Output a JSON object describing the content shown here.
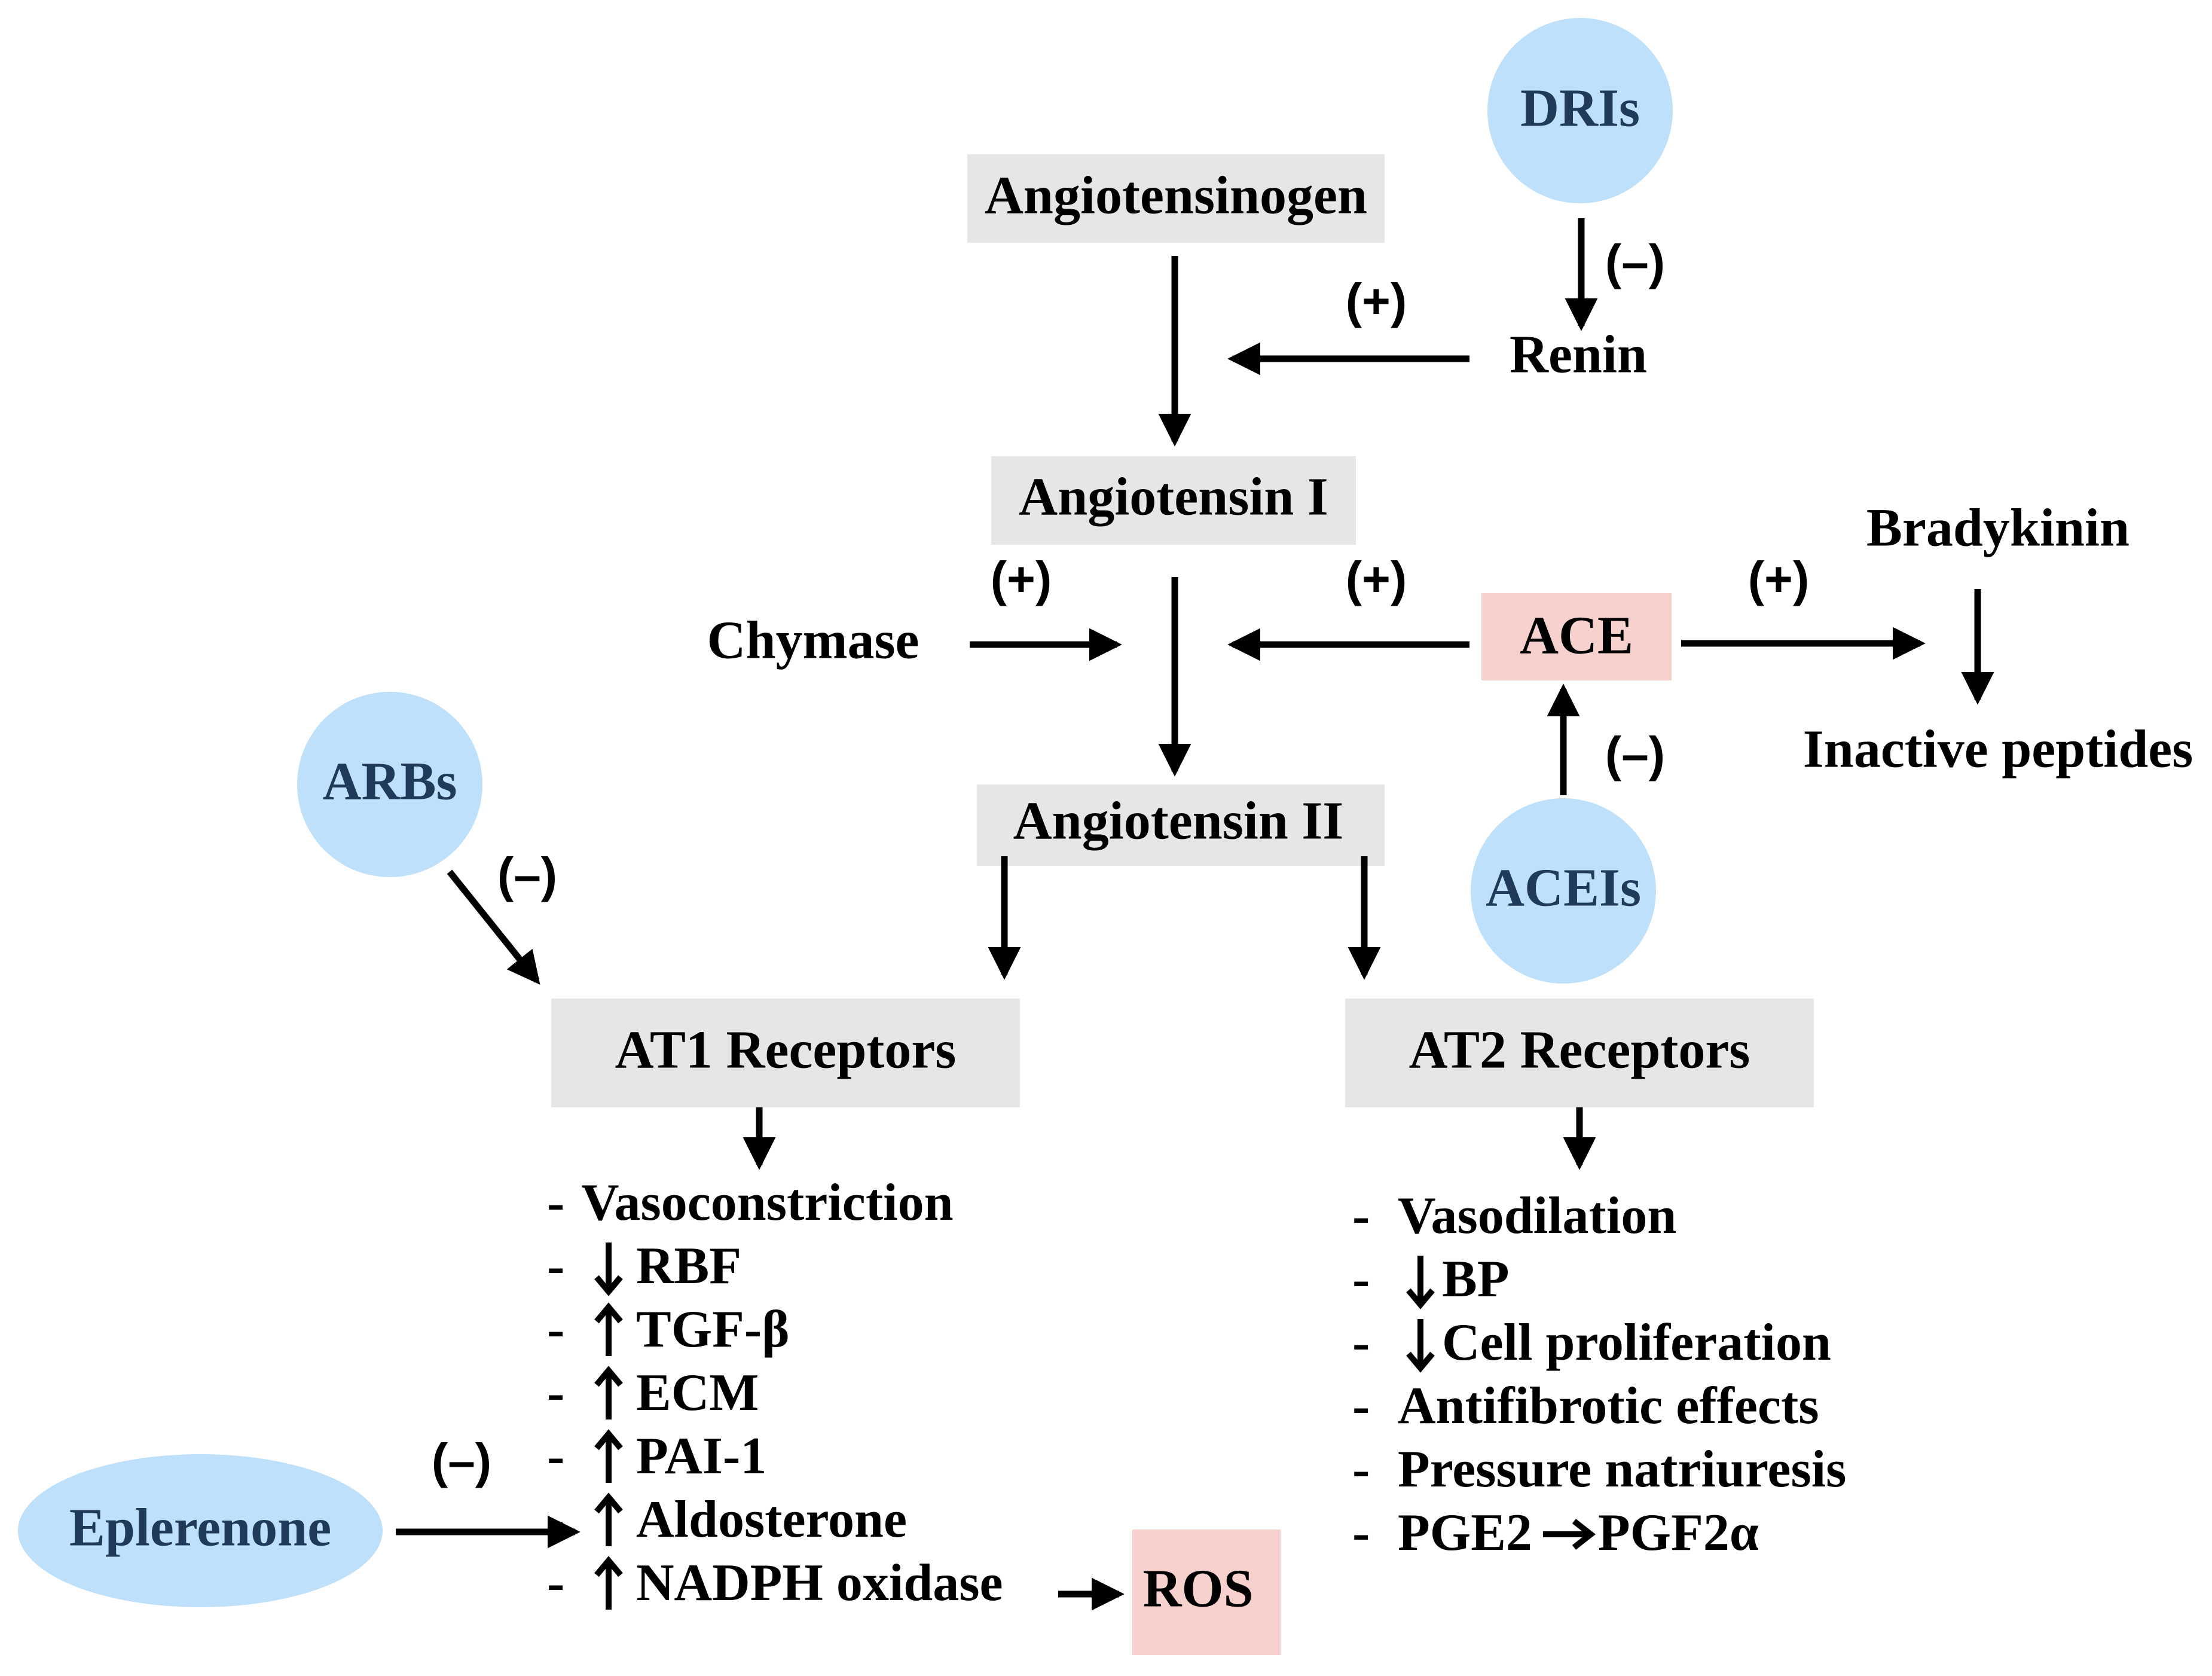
{
  "nodes": {
    "angiotensinogen": "Angiotensinogen",
    "angiotensin_i": "Angiotensin I",
    "angiotensin_ii": "Angiotensin II",
    "renin": "Renin",
    "chymase": "Chymase",
    "ace": "ACE",
    "bradykinin": "Bradykinin",
    "inactive_peptides": "Inactive peptides",
    "at1": "AT1 Receptors",
    "at2": "AT2 Receptors",
    "ros": "ROS"
  },
  "drugs": {
    "dris": "DRIs",
    "arbs": "ARBs",
    "aceis": "ACEIs",
    "eplerenone": "Eplerenone"
  },
  "signs": {
    "plus": "(+)",
    "minus": "(–)"
  },
  "at1_effects": [
    {
      "dash": "-",
      "arrow": "",
      "text": "Vasoconstriction"
    },
    {
      "dash": "-",
      "arrow": "down",
      "text": "RBF"
    },
    {
      "dash": "-",
      "arrow": "up",
      "text": "TGF-β"
    },
    {
      "dash": "-",
      "arrow": "up",
      "text": "ECM"
    },
    {
      "dash": "-",
      "arrow": "up",
      "text": "PAI-1"
    },
    {
      "dash": "-",
      "arrow": "up",
      "text": "Aldosterone"
    },
    {
      "dash": "-",
      "arrow": "up",
      "text": "NADPH oxidase"
    }
  ],
  "at2_effects": [
    {
      "dash": "-",
      "arrow": "",
      "text": "Vasodilation"
    },
    {
      "dash": "-",
      "arrow": "down",
      "text": "BP"
    },
    {
      "dash": "-",
      "arrow": "down",
      "text": "Cell proliferation"
    },
    {
      "dash": "-",
      "arrow": "",
      "text": "Antifibrotic effects"
    },
    {
      "dash": "-",
      "arrow": "",
      "text": "Pressure natriuresis"
    },
    {
      "dash": "-",
      "arrow": "",
      "text": "PGE2",
      "text2": "PGF2α"
    }
  ],
  "colors": {
    "gray_box": "#e6e6e6",
    "pink_box": "#f7d1ce",
    "drug_circle": "#bfe0fb",
    "drug_text": "#1f3a5a"
  }
}
